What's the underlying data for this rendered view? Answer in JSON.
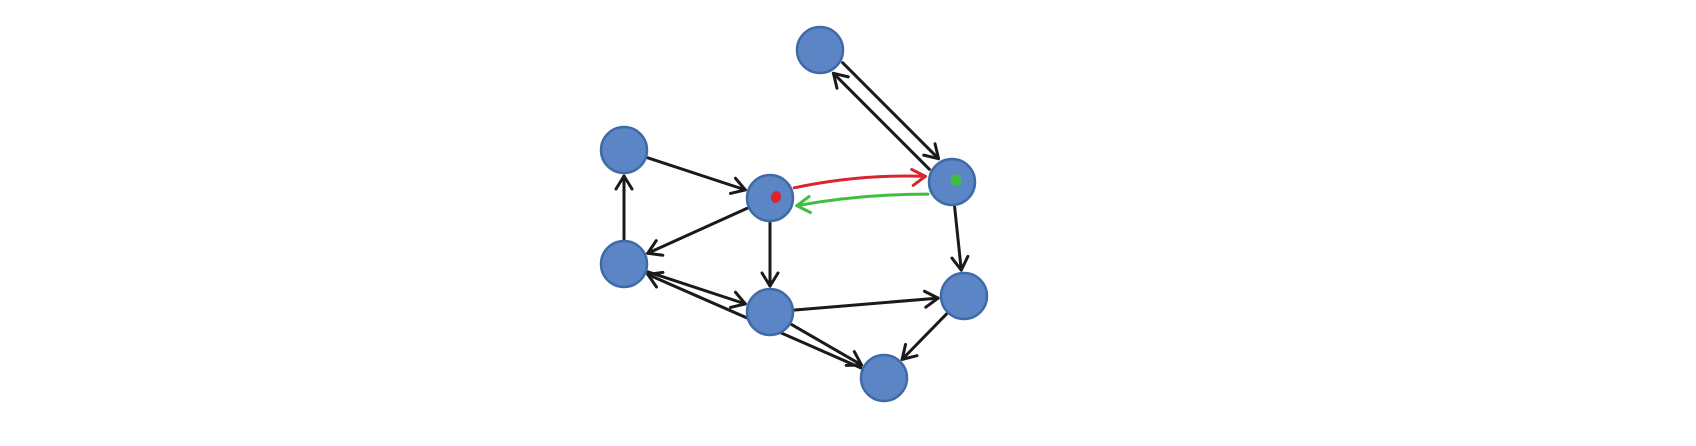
{
  "colors": {
    "background": "#ffffff",
    "node_fill": "#5b85c4",
    "node_stroke": "#3f6aa8",
    "edge": "#1a1a1a",
    "highlight_forward": "#d9262e",
    "highlight_backward": "#3fbf3f"
  },
  "graph": {
    "directed": true,
    "nodes": [
      {
        "id": "A"
      },
      {
        "id": "B"
      },
      {
        "id": "C"
      },
      {
        "id": "D"
      },
      {
        "id": "E"
      },
      {
        "id": "F"
      },
      {
        "id": "G"
      },
      {
        "id": "H"
      },
      {
        "id": "I"
      }
    ],
    "edges": [
      {
        "from": "A",
        "to": "E",
        "style": "normal"
      },
      {
        "from": "E",
        "to": "A",
        "style": "normal"
      },
      {
        "from": "B",
        "to": "D",
        "style": "normal"
      },
      {
        "from": "C",
        "to": "B",
        "style": "normal"
      },
      {
        "from": "D",
        "to": "C",
        "style": "normal"
      },
      {
        "from": "D",
        "to": "F",
        "style": "normal"
      },
      {
        "from": "C",
        "to": "F",
        "style": "normal"
      },
      {
        "from": "F",
        "to": "G",
        "style": "normal"
      },
      {
        "from": "F",
        "to": "H",
        "style": "normal"
      },
      {
        "from": "E",
        "to": "G",
        "style": "normal"
      },
      {
        "from": "G",
        "to": "H",
        "style": "normal"
      },
      {
        "from": "H",
        "to": "C",
        "style": "normal"
      },
      {
        "from": "D",
        "to": "E",
        "style": "highlight_forward"
      },
      {
        "from": "E",
        "to": "D",
        "style": "highlight_backward"
      }
    ],
    "marked_nodes": [
      {
        "id": "D",
        "mark": "highlight_forward"
      },
      {
        "id": "E",
        "mark": "highlight_backward"
      }
    ]
  }
}
